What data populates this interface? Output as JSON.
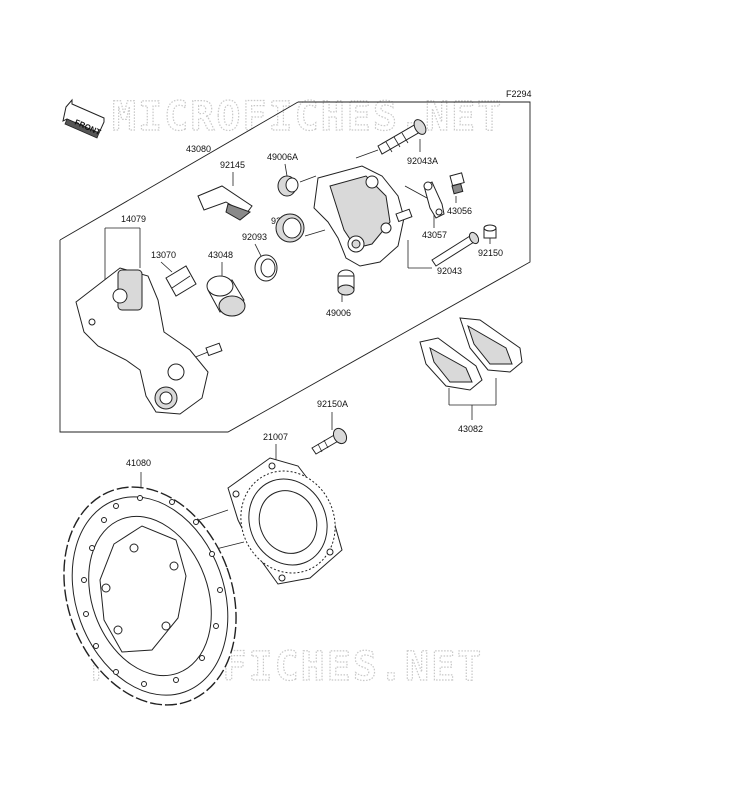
{
  "diagram_code": "F2294",
  "front_label": "FRONT",
  "watermark": "MICROFICHES.NET",
  "parts": {
    "p43080": "43080",
    "p92145": "92145",
    "p49006A": "49006A",
    "p92043A": "92043A",
    "p43056": "43056",
    "p14079": "14079",
    "p13070": "13070",
    "p43048": "43048",
    "p92093": "92093",
    "p92049": "92049",
    "p43057": "43057",
    "p92043": "92043",
    "p92150": "92150",
    "p49006": "49006",
    "p43082": "43082",
    "p92150A": "92150A",
    "p21007": "21007",
    "p41080": "41080"
  }
}
